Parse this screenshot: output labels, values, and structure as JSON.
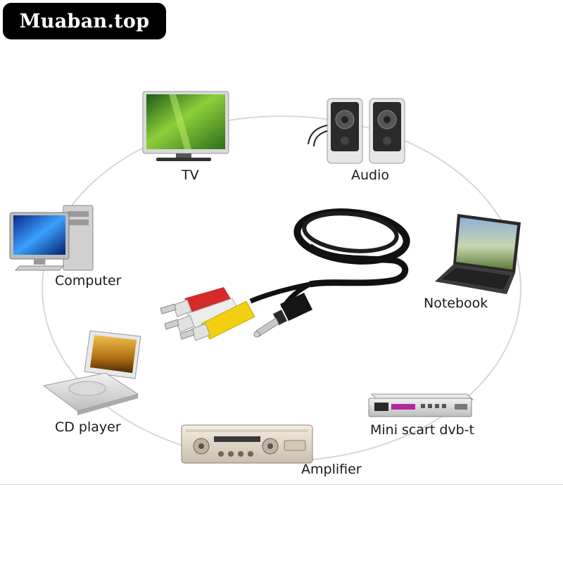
{
  "watermark": {
    "text": "Muaban.top"
  },
  "devices": {
    "tv": {
      "label": "TV",
      "icon": "tv-icon"
    },
    "audio": {
      "label": "Audio",
      "icon": "speakers-icon"
    },
    "computer": {
      "label": "Computer",
      "icon": "desktop-computer-icon"
    },
    "notebook": {
      "label": "Notebook",
      "icon": "laptop-icon"
    },
    "cd_player": {
      "label": "CD player",
      "icon": "portable-dvd-player-icon"
    },
    "dvb": {
      "label": "Mini scart dvb-t",
      "icon": "set-top-box-icon"
    },
    "amplifier": {
      "label": "Amplifier",
      "icon": "amplifier-icon"
    }
  },
  "cable": {
    "connectors": [
      "red",
      "white",
      "yellow",
      "3.5mm jack"
    ],
    "colors": {
      "red": "#d42a2a",
      "white": "#ececec",
      "yellow": "#f0d010",
      "cable": "#111111"
    }
  }
}
